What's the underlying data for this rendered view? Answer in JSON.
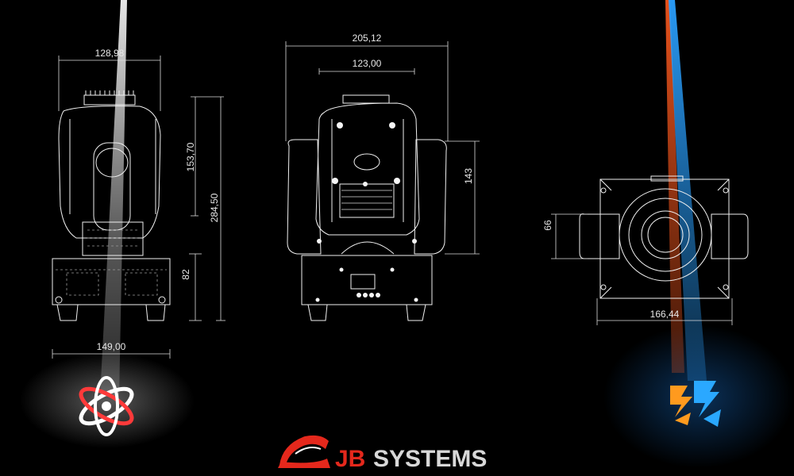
{
  "brand": {
    "prefix": "JB",
    "suffix": "SYSTEMS",
    "color_red": "#e4281c",
    "color_grey": "#d8d8d8"
  },
  "views": {
    "side": {
      "top_width": "128,98",
      "upper_height": "153,70",
      "total_height": "284,50",
      "base_height": "82",
      "base_width": "149,00"
    },
    "front": {
      "overall_width": "205,12",
      "inner_width": "123,00",
      "arm_height": "143"
    },
    "top": {
      "arm_depth": "66",
      "base_width": "166,44"
    }
  },
  "colors": {
    "beam_left": "#ffffff",
    "beam_orange": "#ff5a1e",
    "beam_blue": "#1e8cff",
    "outline": "#f0f0f0"
  }
}
